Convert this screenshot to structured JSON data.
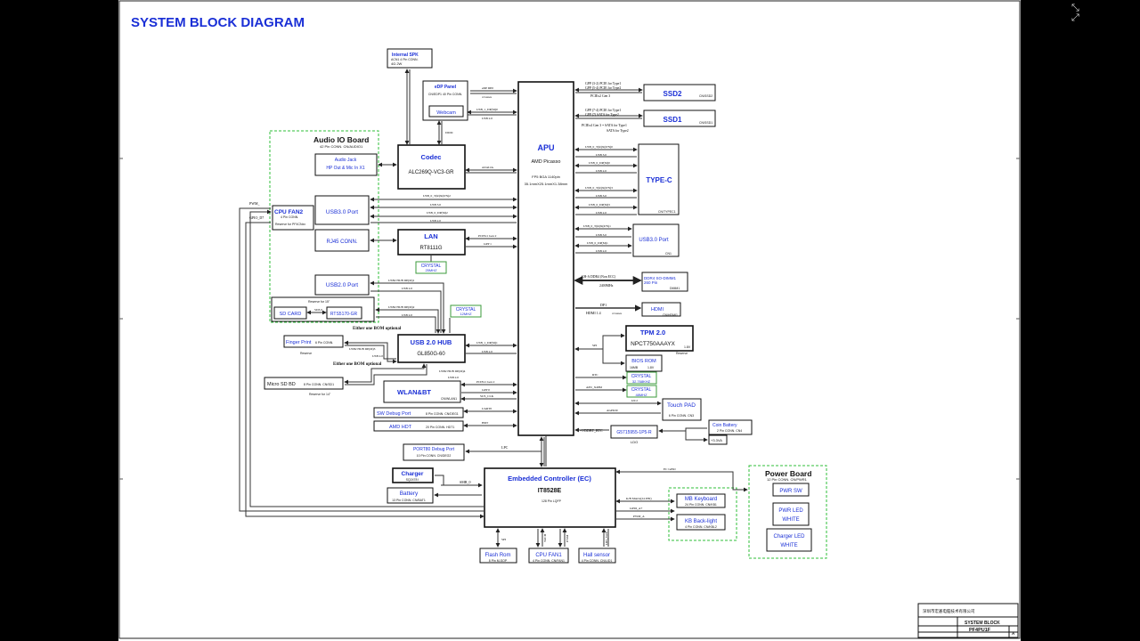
{
  "title": "SYSTEM BLOCK DIAGRAM",
  "colors": {
    "title": "#1a2fd6",
    "block_label": "#1a2fd6",
    "dashed_group": "#2fbf3a",
    "line": "#222222",
    "crystal_border": "#3b9b3b"
  },
  "corner_icon": "collapse-arrows-icon",
  "groups": {
    "audio_io": "Audio IO Board",
    "audio_io_sub": "42 Pin CONN. CN/AUDIO1",
    "power_board": "Power Board",
    "power_board_sub": "12 Pin CONN. CN/PWR1"
  },
  "blocks": {
    "apu": {
      "name": "APU",
      "part": "AMD Picasso",
      "pkg": "FP5 BGA 1140pin",
      "dim": "35.1mmX25.1mmX1.38mm"
    },
    "spk": {
      "name": "Internal SPK",
      "sub": "ACN1 4 Pin CONN.",
      "sub2": "4Ω 2W"
    },
    "edp": {
      "name": "eDP Panel",
      "sub": "CN/EDP1 40 Pin CONN."
    },
    "webcam": "Webcam",
    "codec": {
      "name": "Codec",
      "part": "ALC269Q-VC3-GR"
    },
    "audio_jack": {
      "l1": "Audio Jack",
      "l2": "HP Out & Mic In X1"
    },
    "cpu_fan2": {
      "name": "CPU FAN2",
      "sub": "4 Pin CONN.",
      "note": "Reserve for PF4CNxx"
    },
    "usb30_left": "USB3.0 Port",
    "rj45": "RJ45 CONN.",
    "lan": {
      "name": "LAN",
      "part": "RT8111G"
    },
    "crystal_25": {
      "name": "CRYSTAL",
      "freq": "25MHZ"
    },
    "usb20_port": "USB2.0 Port",
    "sd_card": "SD CARD",
    "rts": "RTS5170-GR",
    "reserve_15": "Reserve for 15\"",
    "crystal_12": {
      "name": "CRYSTAL",
      "freq": "12MHZ"
    },
    "either1": "Either one BOM optional",
    "finger": {
      "name": "Finger Print",
      "sub": "6 Pin CONN.",
      "note": "Reserve"
    },
    "usb_hub": {
      "name": "USB 2.0 HUB",
      "part": "GL850G-60"
    },
    "either2": "Either one BOM optional",
    "micro_sd": {
      "name": "Micro SD BD",
      "sub": "8 Pin CONN. CN/SD1",
      "note": "Reserve for 14\""
    },
    "wlan": {
      "name": "WLAN&BT",
      "sub": "CN/WLAN1"
    },
    "sw_debug": {
      "name": "SW Debug Port",
      "sub": "8 Pin CONN. CN/DEG1"
    },
    "amd_hdt": {
      "name": "AMD HDT",
      "sub": "20 Pin CONN. HDT1"
    },
    "port80": {
      "name": "PORT80 Debug Port",
      "sub": "10 Pin CONN. CN/DEG2"
    },
    "charger": {
      "name": "Charger",
      "sub": "SQ2478 I"
    },
    "battery": {
      "name": "Battery",
      "sub": "13 Pin CONN. CN/BAT1"
    },
    "ec": {
      "name": "Embedded Controller (EC)",
      "part": "IT8528E",
      "pkg": "128 Pin LQFP"
    },
    "flash": {
      "name": "Flash Rom",
      "sub": "8 Pin M-SOP"
    },
    "cpu_fan1": {
      "name": "CPU FAN1",
      "sub": "4 Pin CONN. CN/FAN1"
    },
    "hall": {
      "name": "Hall sensor",
      "sub": "4 Pin CONN. CN/LID1"
    },
    "mb_kb": {
      "name": "MB Keyboard",
      "sub": "24 Pin CONN. CN/KB1"
    },
    "kb_bl": {
      "name": "KB Back-light",
      "sub": "4 Pin CONN. CN/KBL2"
    },
    "pwr_sw": "PWR SW",
    "pwr_led": {
      "l1": "PWR LED",
      "l2": "WHITE"
    },
    "chg_led": {
      "l1": "Charger LED",
      "l2": "WHITE"
    },
    "ssd2": {
      "name": "SSD2",
      "sub": "CN/SSD2"
    },
    "ssd1": {
      "name": "SSD1",
      "sub": "CN/SSD1"
    },
    "typec": {
      "name": "TYPE-C",
      "sub": "CN/TYPEC1"
    },
    "usb30_right": {
      "name": "USB3.0 Port",
      "sub": "CN1"
    },
    "ddr4": {
      "l1": "DDR4 SO-DIMM1",
      "l2": "260 Pin",
      "sub": "DIMM1"
    },
    "hdmi": {
      "name": "HDMI",
      "sub": "CN/HDMI1"
    },
    "tpm": {
      "name": "TPM 2.0",
      "part": "NPCT750AAAYX",
      "v": "1.8V",
      "note": "Reserve"
    },
    "bios": {
      "name": "BIOS ROM",
      "sub": "16MB",
      "v": "1.8V"
    },
    "crystal_32k": {
      "name": "CRYSTAL",
      "freq": "32.768KHZ"
    },
    "crystal_48": {
      "name": "CRYSTAL",
      "freq": "48MHZ"
    },
    "touchpad": {
      "name": "Touch PAD",
      "sub": "6 Pin CONN. CN3"
    },
    "coin": {
      "name": "Coin Battery",
      "sub": "2 Pin CONN. CN4"
    },
    "ldo": {
      "name": "G5715955-1P5-R",
      "sub": "LDO"
    },
    "v33": "+3.3VA"
  },
  "signals": {
    "edp_dp0": "eDP DP0",
    "lanes4a": "4 Lanes",
    "usb1_dp": "USB_1_DP(M)0",
    "usb20a": "USB 2.0",
    "dmic": "DMIC",
    "azalia": "AZALIA",
    "gpp32": "GPP (3-2) PCIE for Type1",
    "gpp54": "GPP (5-4) PCIE for Type2",
    "pciex2": "PCIEx2 Gen 3",
    "gpp74": "GPP (7-4) PCIE for Type1",
    "gpp7": "GPP (7) SATA for Type2",
    "pciex4": "PCIEx4 Gen 3 = SATA for Type1",
    "sata2": "SATA for Type2",
    "usb3_tx1": "USB_0_T(R)X(P/N)0",
    "usb30a": "USB 3.0",
    "usb0_dp0": "USB_0_DP(M)0",
    "usb20b": "USB 2.0",
    "usb3_tx2": "USB_0_T(R)X(P/N)3",
    "usb30b": "USB 3.0",
    "usb0_dp3": "USB_0_DP(M)3",
    "usb20c": "USB 2.0",
    "usb3_tx3": "USB_0_T(R)X(P/N)1",
    "usb30c": "USB 3.0",
    "usb0_dp1": "USB_0_DP(M)1",
    "usb20d": "USB 2.0",
    "usb_l_tx": "USB_0_T(R)X(P/N)2",
    "usb_l_30": "USB 3.0",
    "usb_l_dp": "USB_0_DP(M)2",
    "usb_l_20": "USB 2.0",
    "pciex1": "PCIEx1 Gen 2",
    "gpp1": "GPP 1",
    "cha": "CH-A DDR4 (Non ECC)",
    "mhz": "2400MHz",
    "dp1": "DP1",
    "hdmi14": "HDMI 1.4",
    "lanes4b": "4 Lanes",
    "spi": "SPI",
    "rtc": "RTC",
    "apu_x48": "APU_X48M",
    "i2c2": "I2C2",
    "agpio9": "AGPIO9",
    "vddbt": "+VDDBT_RTC",
    "hub_dp1": "USB2 HUB DP(M)1",
    "hub_20a": "USB 2.0",
    "hub_dp3": "USB2 HUB DP(M)3",
    "hub_20b": "USB 2.0",
    "sd30": "SD3.0",
    "hub_dp2": "USB2 HUB DP(M)2",
    "hub_20c": "USB 2.0",
    "usb1_dp1": "USB_1_DP(M)1",
    "usb20e": "USB 2.0",
    "hub_dp4": "USB2 HUB DP(M)4",
    "hub_20d": "USB 2.0",
    "pcie_gen2": "PCIEx1 Gen 2",
    "gpp0": "GPP 0",
    "sus_clk": "SUS_CLK",
    "uart0": "UART0",
    "hdt": "HDT",
    "lpc": "LPC",
    "ec_gpio": "EC GPIO",
    "smb0": "SMB_0",
    "kb_matrix": "K/B Matrix(24 PIN)",
    "gpio_a7": "GPIO_A7",
    "pwm_a": "PWM_A",
    "pwm_l": "PWM_",
    "gpio_d7": "GPIO_D7",
    "spi2": "SPI",
    "tach": "TACH",
    "pwm": "PWM",
    "lid": "LID_SW#"
  },
  "title_block": {
    "company": "深圳市宏碁电脑技术有限公司",
    "title_label": "SYSTEM BLOCK",
    "doc": "PF4PU1F",
    "rev": "A"
  }
}
